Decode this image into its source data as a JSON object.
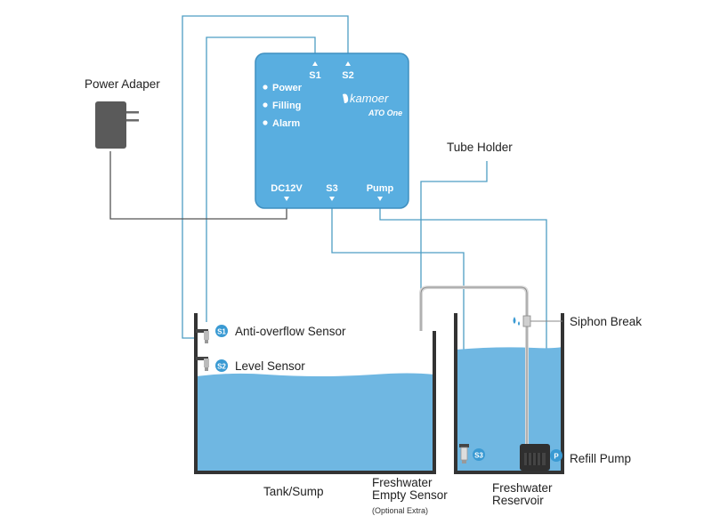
{
  "controller": {
    "brand": "kamoer",
    "model": "ATO One",
    "indicators": [
      "Power",
      "Filling",
      "Alarm"
    ],
    "top_ports": [
      "S1",
      "S2"
    ],
    "bottom_ports": [
      "DC12V",
      "S3",
      "Pump"
    ]
  },
  "labels": {
    "power_adapter": "Power Adaper",
    "tube_holder": "Tube Holder",
    "siphon_break": "Siphon Break",
    "anti_overflow": "Anti-overflow Sensor",
    "level_sensor": "Level Sensor",
    "refill_pump": "Refill Pump",
    "tank": "Tank/Sump",
    "empty_sensor_line1": "Freshwater",
    "empty_sensor_line2": "Empty Sensor",
    "empty_sensor_note": "(Optional Extra)",
    "reservoir_line1": "Freshwater",
    "reservoir_line2": "Reservoir"
  },
  "badges": {
    "s1": "S1",
    "s2": "S2",
    "s3": "S3",
    "pump": "P"
  },
  "colors": {
    "controller": "#59aee0",
    "water": "#6fb7e2",
    "wire": "#4d9dc4",
    "badge": "#3a9ad3"
  }
}
